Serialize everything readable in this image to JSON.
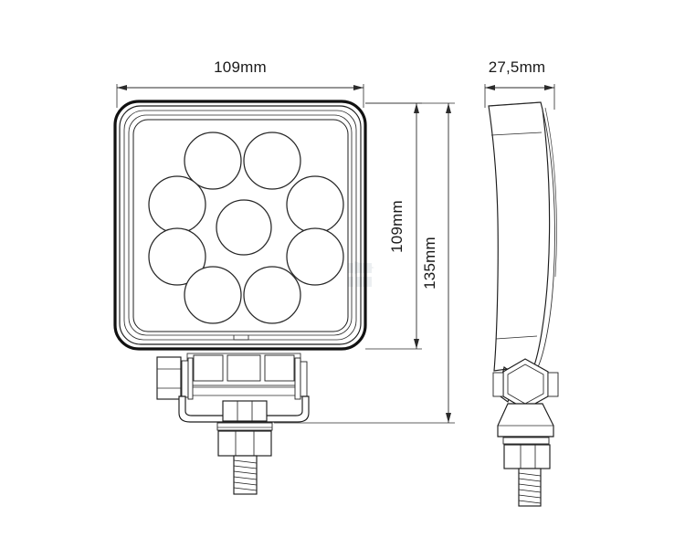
{
  "drawing": {
    "title": "LED work lamp dimensional drawing",
    "background_color": "#ffffff",
    "line_color": "#1c1c1c",
    "views": {
      "front": {
        "name": "front-view",
        "led_count": 9,
        "led_arrangement": "8 around 1 center"
      },
      "side": {
        "name": "side-view"
      }
    },
    "dimensions": {
      "width": {
        "value": "109mm",
        "orientation": "horizontal",
        "view": "front"
      },
      "height_body": {
        "value": "109mm",
        "orientation": "vertical",
        "view": "front"
      },
      "height_total": {
        "value": "135mm",
        "orientation": "vertical",
        "view": "front"
      },
      "depth": {
        "value": "27,5mm",
        "orientation": "horizontal",
        "view": "side"
      }
    }
  }
}
